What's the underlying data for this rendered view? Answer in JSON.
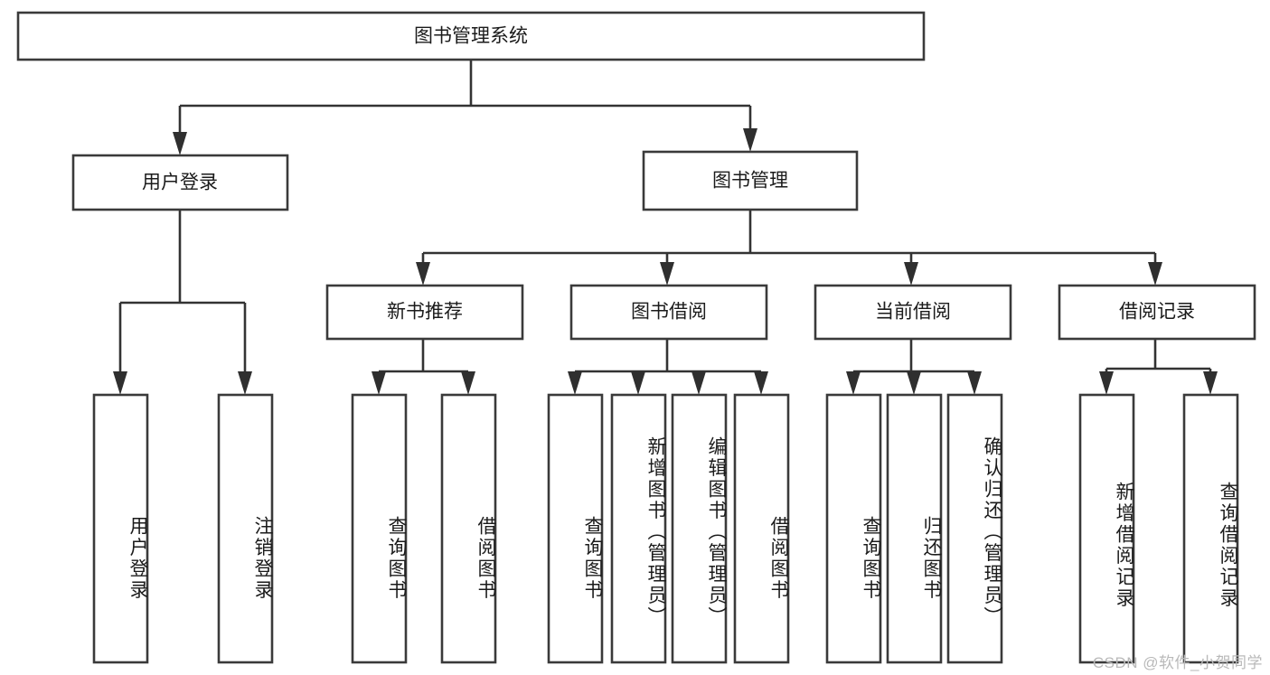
{
  "diagram": {
    "title": "图书管理系统",
    "type": "tree-hierarchy-diagram",
    "root": {
      "label": "图书管理系统"
    },
    "level1": [
      {
        "label": "用户登录"
      },
      {
        "label": "图书管理"
      }
    ],
    "level2": [
      {
        "label": "新书推荐",
        "parent": "图书管理"
      },
      {
        "label": "图书借阅",
        "parent": "图书管理"
      },
      {
        "label": "当前借阅",
        "parent": "图书管理"
      },
      {
        "label": "借阅记录",
        "parent": "图书管理"
      }
    ],
    "leaves": [
      {
        "label": "用户登录",
        "parent": "用户登录"
      },
      {
        "label": "注销登录",
        "parent": "用户登录"
      },
      {
        "label": "查询图书",
        "parent": "新书推荐"
      },
      {
        "label": "借阅图书",
        "parent": "新书推荐"
      },
      {
        "label": "查询图书",
        "parent": "图书借阅"
      },
      {
        "label": "新增图书（管理员）",
        "parent": "图书借阅"
      },
      {
        "label": "编辑图书（管理员）",
        "parent": "图书借阅"
      },
      {
        "label": "借阅图书",
        "parent": "图书借阅"
      },
      {
        "label": "查询图书",
        "parent": "当前借阅"
      },
      {
        "label": "归还图书",
        "parent": "当前借阅"
      },
      {
        "label": "确认归还（管理员）",
        "parent": "当前借阅"
      },
      {
        "label": "新增借阅记录",
        "parent": "借阅记录"
      },
      {
        "label": "查询借阅记录",
        "parent": "借阅记录"
      }
    ],
    "watermark": "CSDN @软件_小贺同学",
    "colors": {
      "box_stroke": "#3a3a3a",
      "connector": "#333333",
      "text": "#1b1b1b",
      "background": "#ffffff",
      "watermark": "#b9b9b9"
    }
  }
}
